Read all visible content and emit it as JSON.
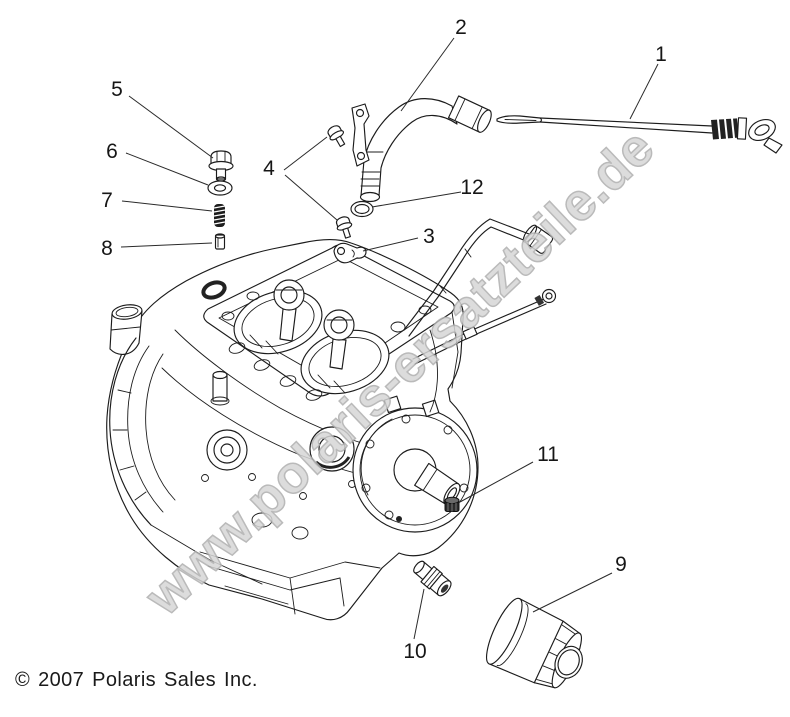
{
  "diagram": {
    "title": "engine-oil-system-parts-diagram",
    "watermark": {
      "text": "www.polaris-ersatzteile.de",
      "color": "#d6d6d6",
      "outline_color": "#afafaf"
    },
    "copyright": {
      "text": "© 2007 Polaris Sales Inc."
    },
    "colors": {
      "line": "#1c1c1c",
      "background": "#ffffff",
      "label_text": "#161616"
    },
    "callouts": [
      {
        "label": "1",
        "part": "oil-dipstick"
      },
      {
        "label": "2",
        "part": "oil-fill-tube"
      },
      {
        "label": "3",
        "part": "clamp-bracket"
      },
      {
        "label": "4",
        "part": "flange-bolts"
      },
      {
        "label": "5",
        "part": "plug-bolt"
      },
      {
        "label": "6",
        "part": "sealing-washer"
      },
      {
        "label": "7",
        "part": "spring"
      },
      {
        "label": "8",
        "part": "plunger-pin"
      },
      {
        "label": "9",
        "part": "oil-filter"
      },
      {
        "label": "10",
        "part": "oil-fitting"
      },
      {
        "label": "11",
        "part": "cap-nut"
      },
      {
        "label": "12",
        "part": "o-ring"
      }
    ]
  }
}
